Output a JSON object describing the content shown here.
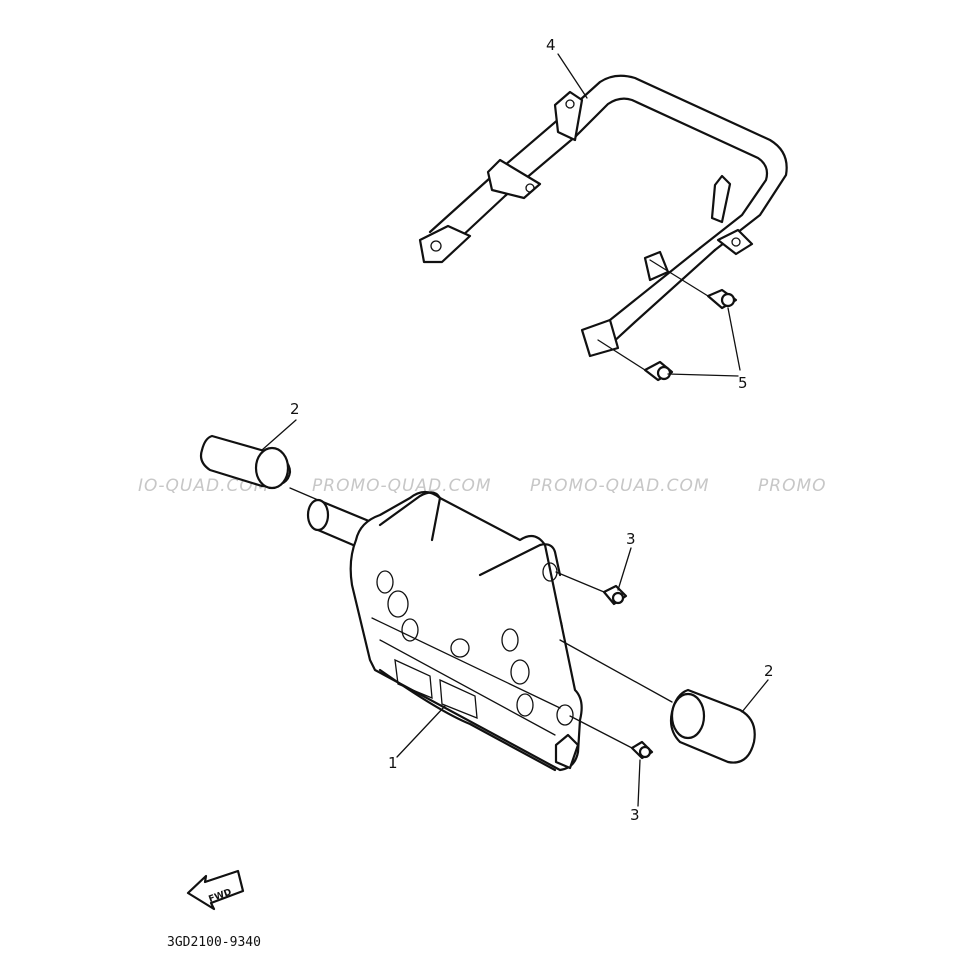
{
  "diagram": {
    "drawing_code": "3GD2100-9340",
    "direction_label": "FWD",
    "watermarks": [
      "IO-QUAD.COM",
      "PROMO-QUAD.COM",
      "PROMO-QUAD.COM",
      "PROMO"
    ],
    "callouts": [
      {
        "id": "callout-1",
        "text": "1"
      },
      {
        "id": "callout-2-top",
        "text": "2"
      },
      {
        "id": "callout-2-bottom",
        "text": "2"
      },
      {
        "id": "callout-3-top",
        "text": "3"
      },
      {
        "id": "callout-3-bottom",
        "text": "3"
      },
      {
        "id": "callout-4",
        "text": "4"
      },
      {
        "id": "callout-5",
        "text": "5"
      }
    ]
  }
}
